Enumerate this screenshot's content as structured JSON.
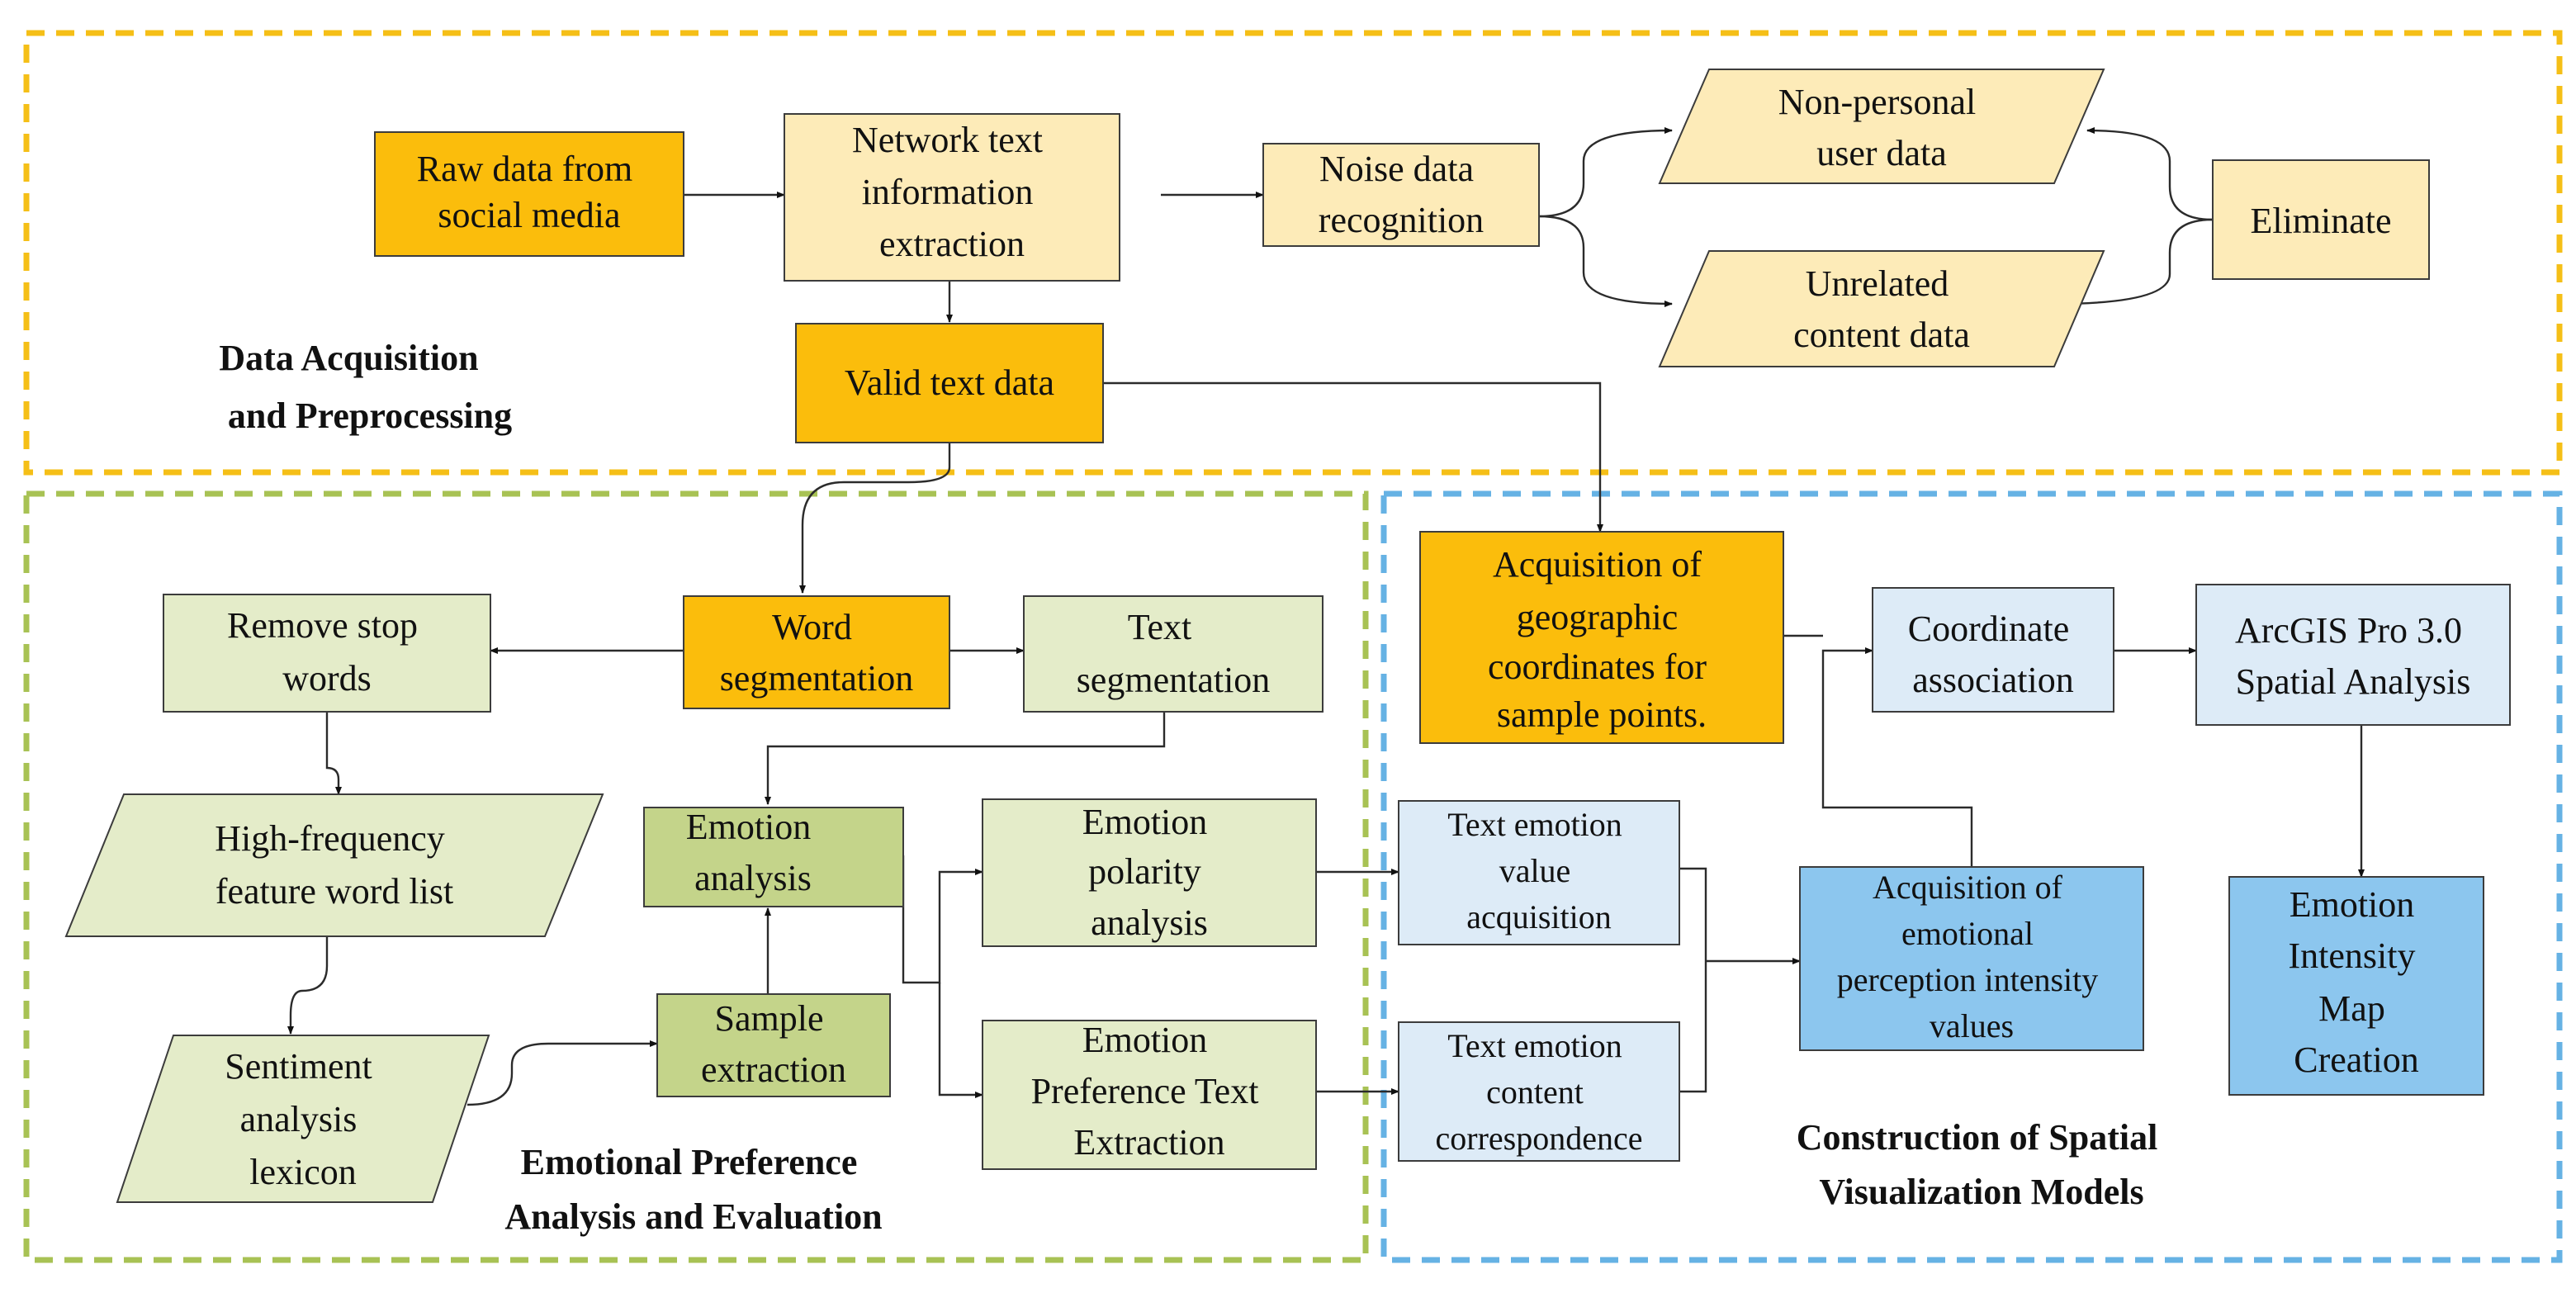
{
  "colors": {
    "orange": "#fbbd0c",
    "pale_yellow": "#fdebb8",
    "pale_green": "#e4ecc9",
    "olive_green": "#c4d48a",
    "pale_blue": "#ddebf7",
    "blue": "#8cc6ee",
    "yellow_dash": "#f5bf17",
    "green_dash": "#a8c254",
    "blue_dash": "#66b2e4"
  },
  "sections": {
    "acquisition": {
      "label": [
        "Data Acquisition",
        "and Preprocessing"
      ]
    },
    "emotional": {
      "label": [
        "Emotional Preference",
        "Analysis and Evaluation"
      ]
    },
    "spatial": {
      "label": [
        "Construction of Spatial",
        "Visualization Models"
      ]
    }
  },
  "nodes": {
    "raw_data": [
      "Raw data from",
      "social media"
    ],
    "network_text": [
      "Network text",
      "information",
      "extraction"
    ],
    "noise": [
      "Noise data",
      "recognition"
    ],
    "non_personal": [
      "Non-personal",
      "user data"
    ],
    "unrelated": [
      "Unrelated",
      "content data"
    ],
    "eliminate": [
      "Eliminate"
    ],
    "valid_text": [
      "Valid text data"
    ],
    "word_seg": [
      "Word",
      "segmentation"
    ],
    "text_seg": [
      "Text",
      "segmentation"
    ],
    "remove_stop": [
      "Remove stop",
      "words"
    ],
    "high_freq": [
      "High-frequency",
      "feature word list"
    ],
    "sentiment": [
      "Sentiment",
      "analysis",
      "lexicon"
    ],
    "sample": [
      "Sample",
      "extraction"
    ],
    "emotion_analysis": [
      "Emotion",
      "analysis"
    ],
    "polarity": [
      "Emotion",
      "polarity",
      "analysis"
    ],
    "preference": [
      "Emotion",
      "Preference Text",
      "Extraction"
    ],
    "geo": [
      "Acquisition of",
      "geographic",
      "coordinates for",
      "sample points."
    ],
    "coord": [
      "Coordinate",
      "association"
    ],
    "arcgis": [
      "ArcGIS Pro 3.0",
      "Spatial Analysis"
    ],
    "value_acq": [
      "Text emotion",
      "value",
      "acquisition"
    ],
    "content_corr": [
      "Text emotion",
      "content",
      "correspondence"
    ],
    "intensity_values": [
      "Acquisition of",
      "emotional",
      "perception intensity",
      "values"
    ],
    "map_creation": [
      "Emotion",
      "Intensity",
      "Map",
      "Creation"
    ]
  }
}
